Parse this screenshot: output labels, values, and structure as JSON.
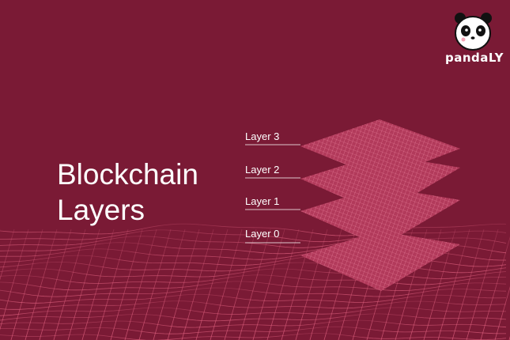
{
  "brand": {
    "name": "pandaLY",
    "logo_icon": "panda-face-icon"
  },
  "title": {
    "line1": "Blockchain",
    "line2": "Layers"
  },
  "layers": [
    {
      "label": "Layer 3"
    },
    {
      "label": "Layer 2"
    },
    {
      "label": "Layer 1"
    },
    {
      "label": "Layer 0"
    }
  ],
  "colors": {
    "background": "#7a1a35",
    "mesh": "#e0607f",
    "text": "#ffffff"
  }
}
